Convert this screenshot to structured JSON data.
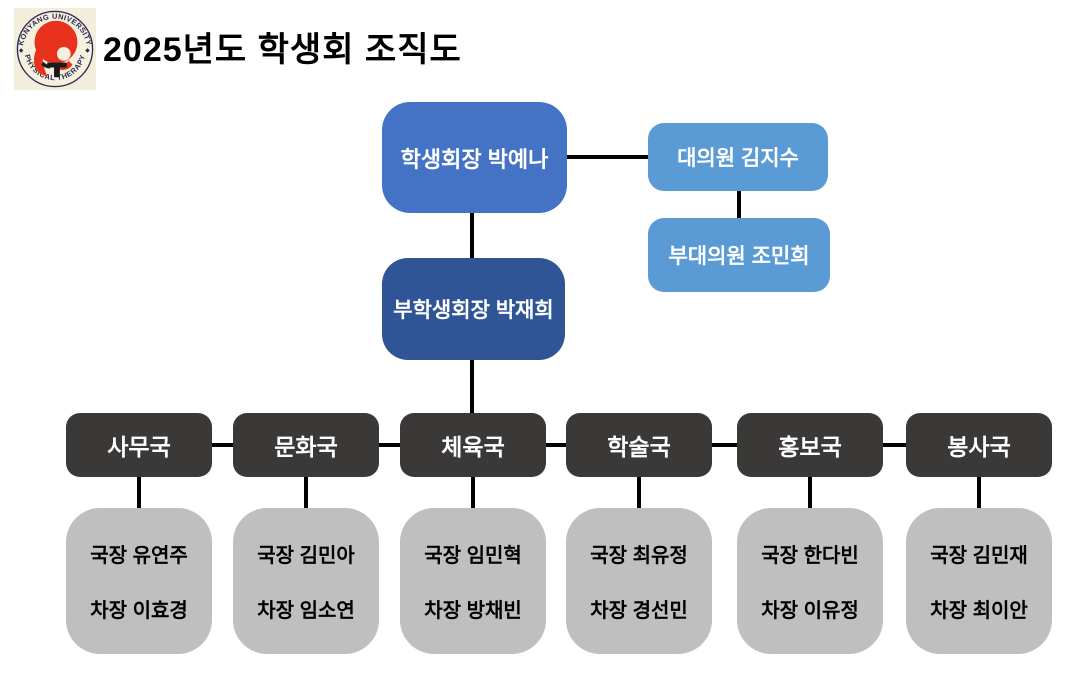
{
  "header": {
    "title": "2025년도 학생회 조직도",
    "logo": {
      "top_text": "KONYANG UNIVERSITY",
      "bottom_text": "PHYSICAL THERAPY",
      "background": "#F3EEDB",
      "ring_color": "#2B2B55",
      "symbol_color": "#E8321E"
    }
  },
  "org": {
    "president": {
      "label": "학생회장 박예나",
      "color": "#4472C4"
    },
    "representative": {
      "label": "대의원 김지수",
      "color": "#5B9BD5"
    },
    "vice_representative": {
      "label": "부대의원 조민희",
      "color": "#5B9BD5"
    },
    "vice_president": {
      "label": "부학생회장 박재희",
      "color": "#2F5597"
    },
    "departments": [
      {
        "name": "사무국",
        "director": "국장 유연주",
        "deputy": "차장 이효경"
      },
      {
        "name": "문화국",
        "director": "국장 김민아",
        "deputy": "차장 임소연"
      },
      {
        "name": "체육국",
        "director": "국장 임민혁",
        "deputy": "차장 방채빈"
      },
      {
        "name": "학술국",
        "director": "국장 최유정",
        "deputy": "차장 경선민"
      },
      {
        "name": "홍보국",
        "director": "국장 한다빈",
        "deputy": "차장 이유정"
      },
      {
        "name": "봉사국",
        "director": "국장 김민재",
        "deputy": "차장 최이안"
      }
    ],
    "colors": {
      "department_box": "#3B3838",
      "staff_box": "#BFBFBF",
      "connector": "#000000"
    }
  }
}
